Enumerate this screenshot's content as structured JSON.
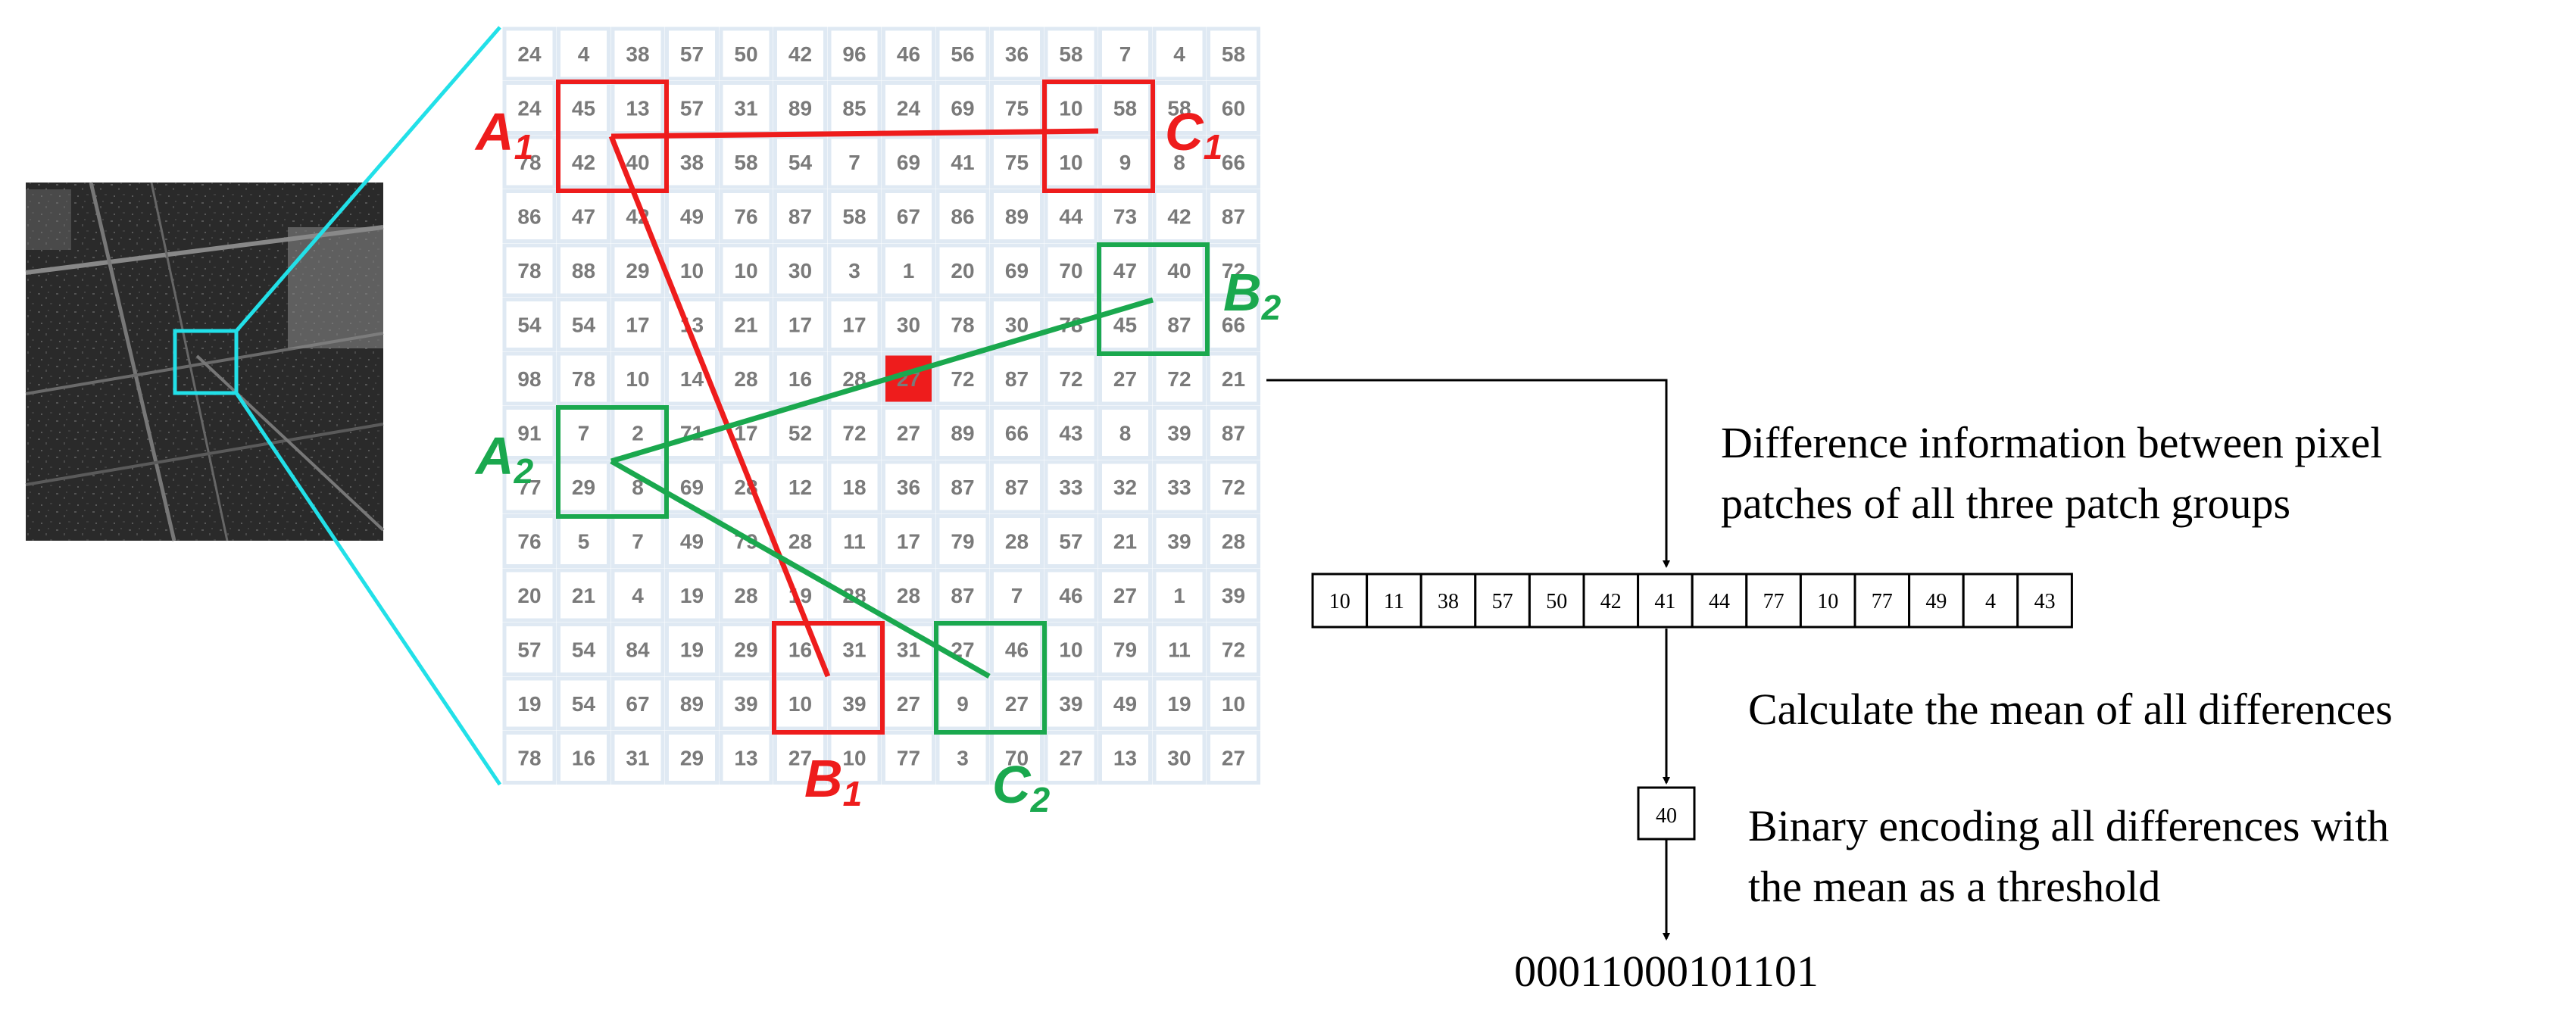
{
  "colors": {
    "cyan": "#22e0e8",
    "red": "#ee1c1c",
    "green": "#1aa84e",
    "gridline": "#dfe9f3",
    "number": "#7a7a7a",
    "center_fill": "#ee1c1c"
  },
  "grid": {
    "rows": [
      [
        24,
        4,
        38,
        57,
        50,
        42,
        96,
        46,
        56,
        36,
        58,
        7,
        4,
        58
      ],
      [
        24,
        45,
        13,
        57,
        31,
        89,
        85,
        24,
        69,
        75,
        10,
        58,
        58,
        60
      ],
      [
        78,
        42,
        40,
        38,
        58,
        54,
        7,
        69,
        41,
        75,
        10,
        9,
        8,
        66
      ],
      [
        86,
        47,
        42,
        49,
        76,
        87,
        58,
        67,
        86,
        89,
        44,
        73,
        42,
        87
      ],
      [
        78,
        88,
        29,
        10,
        10,
        30,
        3,
        1,
        20,
        69,
        70,
        47,
        40,
        72
      ],
      [
        54,
        54,
        17,
        13,
        21,
        17,
        17,
        30,
        78,
        30,
        78,
        45,
        87,
        66
      ],
      [
        98,
        78,
        10,
        14,
        28,
        16,
        28,
        27,
        72,
        87,
        72,
        27,
        72,
        21
      ],
      [
        91,
        7,
        2,
        71,
        17,
        52,
        72,
        27,
        89,
        66,
        43,
        8,
        39,
        87
      ],
      [
        77,
        29,
        8,
        69,
        28,
        12,
        18,
        36,
        87,
        87,
        33,
        32,
        33,
        72
      ],
      [
        76,
        5,
        7,
        49,
        79,
        28,
        11,
        17,
        79,
        28,
        57,
        21,
        39,
        28
      ],
      [
        20,
        21,
        4,
        19,
        28,
        19,
        28,
        28,
        87,
        7,
        46,
        27,
        1,
        39
      ],
      [
        57,
        54,
        84,
        19,
        29,
        16,
        31,
        31,
        27,
        46,
        10,
        79,
        11,
        72
      ],
      [
        19,
        54,
        67,
        89,
        39,
        10,
        39,
        27,
        9,
        27,
        39,
        49,
        19,
        10
      ],
      [
        78,
        16,
        31,
        29,
        13,
        27,
        10,
        77,
        3,
        70,
        27,
        13,
        30,
        27
      ]
    ],
    "center_cell": {
      "row": 6,
      "col": 7
    }
  },
  "patches": {
    "A1": {
      "letter": "A",
      "sub": "1"
    },
    "B1": {
      "letter": "B",
      "sub": "1"
    },
    "C1": {
      "letter": "C",
      "sub": "1"
    },
    "A2": {
      "letter": "A",
      "sub": "2"
    },
    "B2": {
      "letter": "B",
      "sub": "2"
    },
    "C2": {
      "letter": "C",
      "sub": "2"
    }
  },
  "texts": {
    "difference_info_line1": "Difference information between pixel",
    "difference_info_line2": "patches of all three patch groups",
    "calc_mean": "Calculate the mean of all differences",
    "binary_line1": "Binary encoding all differences with",
    "binary_line2": "the mean as a threshold"
  },
  "differences": [
    10,
    11,
    38,
    57,
    50,
    42,
    41,
    44,
    77,
    10,
    77,
    49,
    4,
    43
  ],
  "mean_value": "40",
  "binary_code": "00011000101101"
}
